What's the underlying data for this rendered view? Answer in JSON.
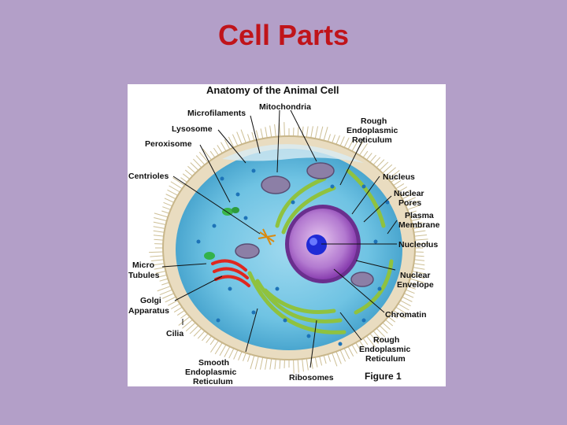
{
  "slide": {
    "title": "Cell Parts"
  },
  "figure": {
    "title": "Anatomy of the Animal Cell",
    "caption": "Figure 1",
    "labels": {
      "microfilaments": "Microfilaments",
      "mitochondria": "Mitochondria",
      "lysosome": "Lysosome",
      "peroxisome": "Peroxisome",
      "centrioles": "Centrioles",
      "micro_tubules": [
        "Micro",
        "Tubules"
      ],
      "golgi_apparatus": [
        "Golgi",
        "Apparatus"
      ],
      "cilia": "Cilia",
      "smooth_er": [
        "Smooth",
        "Endoplasmic",
        "Reticulum"
      ],
      "ribosomes": "Ribosomes",
      "rough_er_top": [
        "Rough",
        "Endoplasmic",
        "Reticulum"
      ],
      "nucleus": "Nucleus",
      "nuclear_pores": [
        "Nuclear",
        "Pores"
      ],
      "plasma_membrane": [
        "Plasma",
        "Membrane"
      ],
      "nucleolus": "Nucleolus",
      "nuclear_envelope": [
        "Nuclear",
        "Envelope"
      ],
      "chromatin": "Chromatin",
      "rough_er_bottom": [
        "Rough",
        "Endoplasmic",
        "Reticulum"
      ]
    }
  }
}
